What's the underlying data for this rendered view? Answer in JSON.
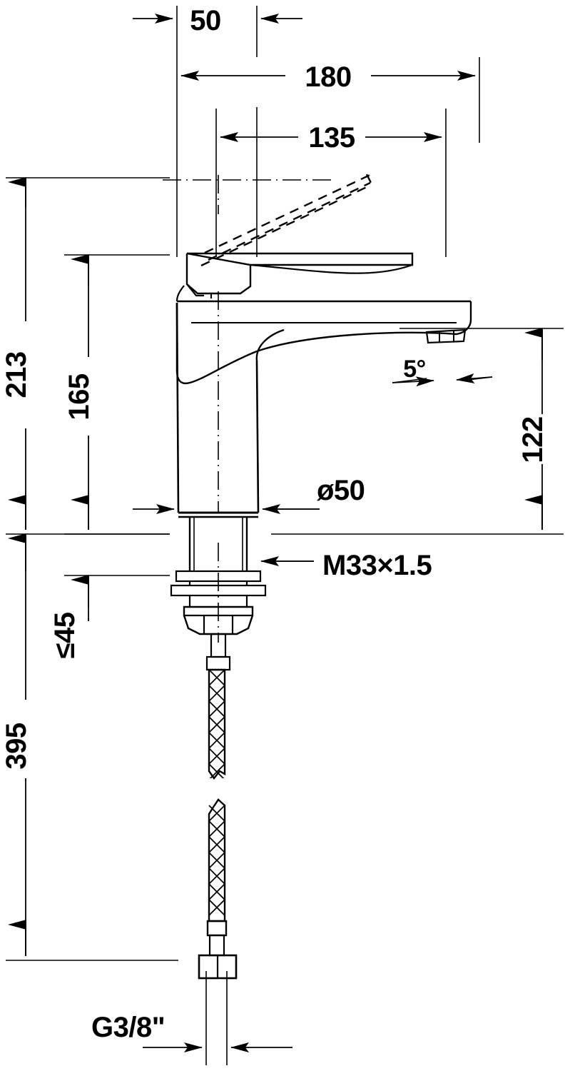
{
  "drawing": {
    "type": "technical-dimension-drawing",
    "subject": "single-lever basin mixer faucet",
    "units": "mm",
    "line_color": "#000000",
    "background_color": "#ffffff"
  },
  "dimensions": {
    "spout_offset": "50",
    "total_reach": "180",
    "spout_reach": "135",
    "total_height": "213",
    "handle_height": "165",
    "spout_height": "122",
    "aerator_angle": "5°",
    "base_diameter": "ø50",
    "shank_thread": "M33×1.5",
    "max_deck_thickness": "≤45",
    "hose_length_total": "395",
    "hose_thread": "G3/8\""
  },
  "labels": [
    {
      "id": "dim-50",
      "text": "50",
      "orientation": "horizontal"
    },
    {
      "id": "dim-180",
      "text": "180",
      "orientation": "horizontal"
    },
    {
      "id": "dim-135",
      "text": "135",
      "orientation": "horizontal"
    },
    {
      "id": "dim-213",
      "text": "213",
      "orientation": "vertical"
    },
    {
      "id": "dim-165",
      "text": "165",
      "orientation": "vertical"
    },
    {
      "id": "dim-122",
      "text": "122",
      "orientation": "vertical"
    },
    {
      "id": "dim-5deg",
      "text": "5°",
      "orientation": "horizontal"
    },
    {
      "id": "dim-d50",
      "text": "ø50",
      "orientation": "horizontal"
    },
    {
      "id": "dim-m33",
      "text": "M33×1.5",
      "orientation": "horizontal"
    },
    {
      "id": "dim-45max",
      "text": "≤45",
      "orientation": "vertical"
    },
    {
      "id": "dim-395",
      "text": "395",
      "orientation": "vertical"
    },
    {
      "id": "dim-g38",
      "text": "G3/8\"",
      "orientation": "horizontal"
    }
  ]
}
